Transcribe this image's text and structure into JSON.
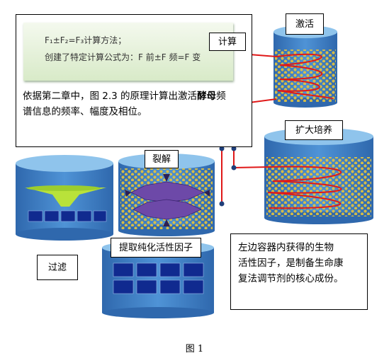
{
  "formula": {
    "line1": "F₁±F₂=F₃计算方法；",
    "line2": "创建了特定计算公式为：F 前±F 频=F 变"
  },
  "description": {
    "line1_a": "依据第二章中，图 2.3 的原理计算出激活",
    "line1_b": "酵母",
    "line1_c": "频",
    "line2": "谱信息的频率、幅度及相位。"
  },
  "labels": {
    "calculate": "计算",
    "activate": "激活",
    "expand": "扩大培养",
    "lysis": "裂解",
    "extract": "提取纯化活性因子",
    "filter": "过滤"
  },
  "note": {
    "line1": "左边容器内获得的生物",
    "line2": "活性因子，是制备生命康",
    "line3": "复法调节剂的核心成份。"
  },
  "caption": "图 1",
  "colors": {
    "tank_body": "#3f7fc2",
    "tank_top": "#8fc4ec",
    "dots": "#e7c53a",
    "wire": "#e01818",
    "node": "#1f3f7a"
  }
}
